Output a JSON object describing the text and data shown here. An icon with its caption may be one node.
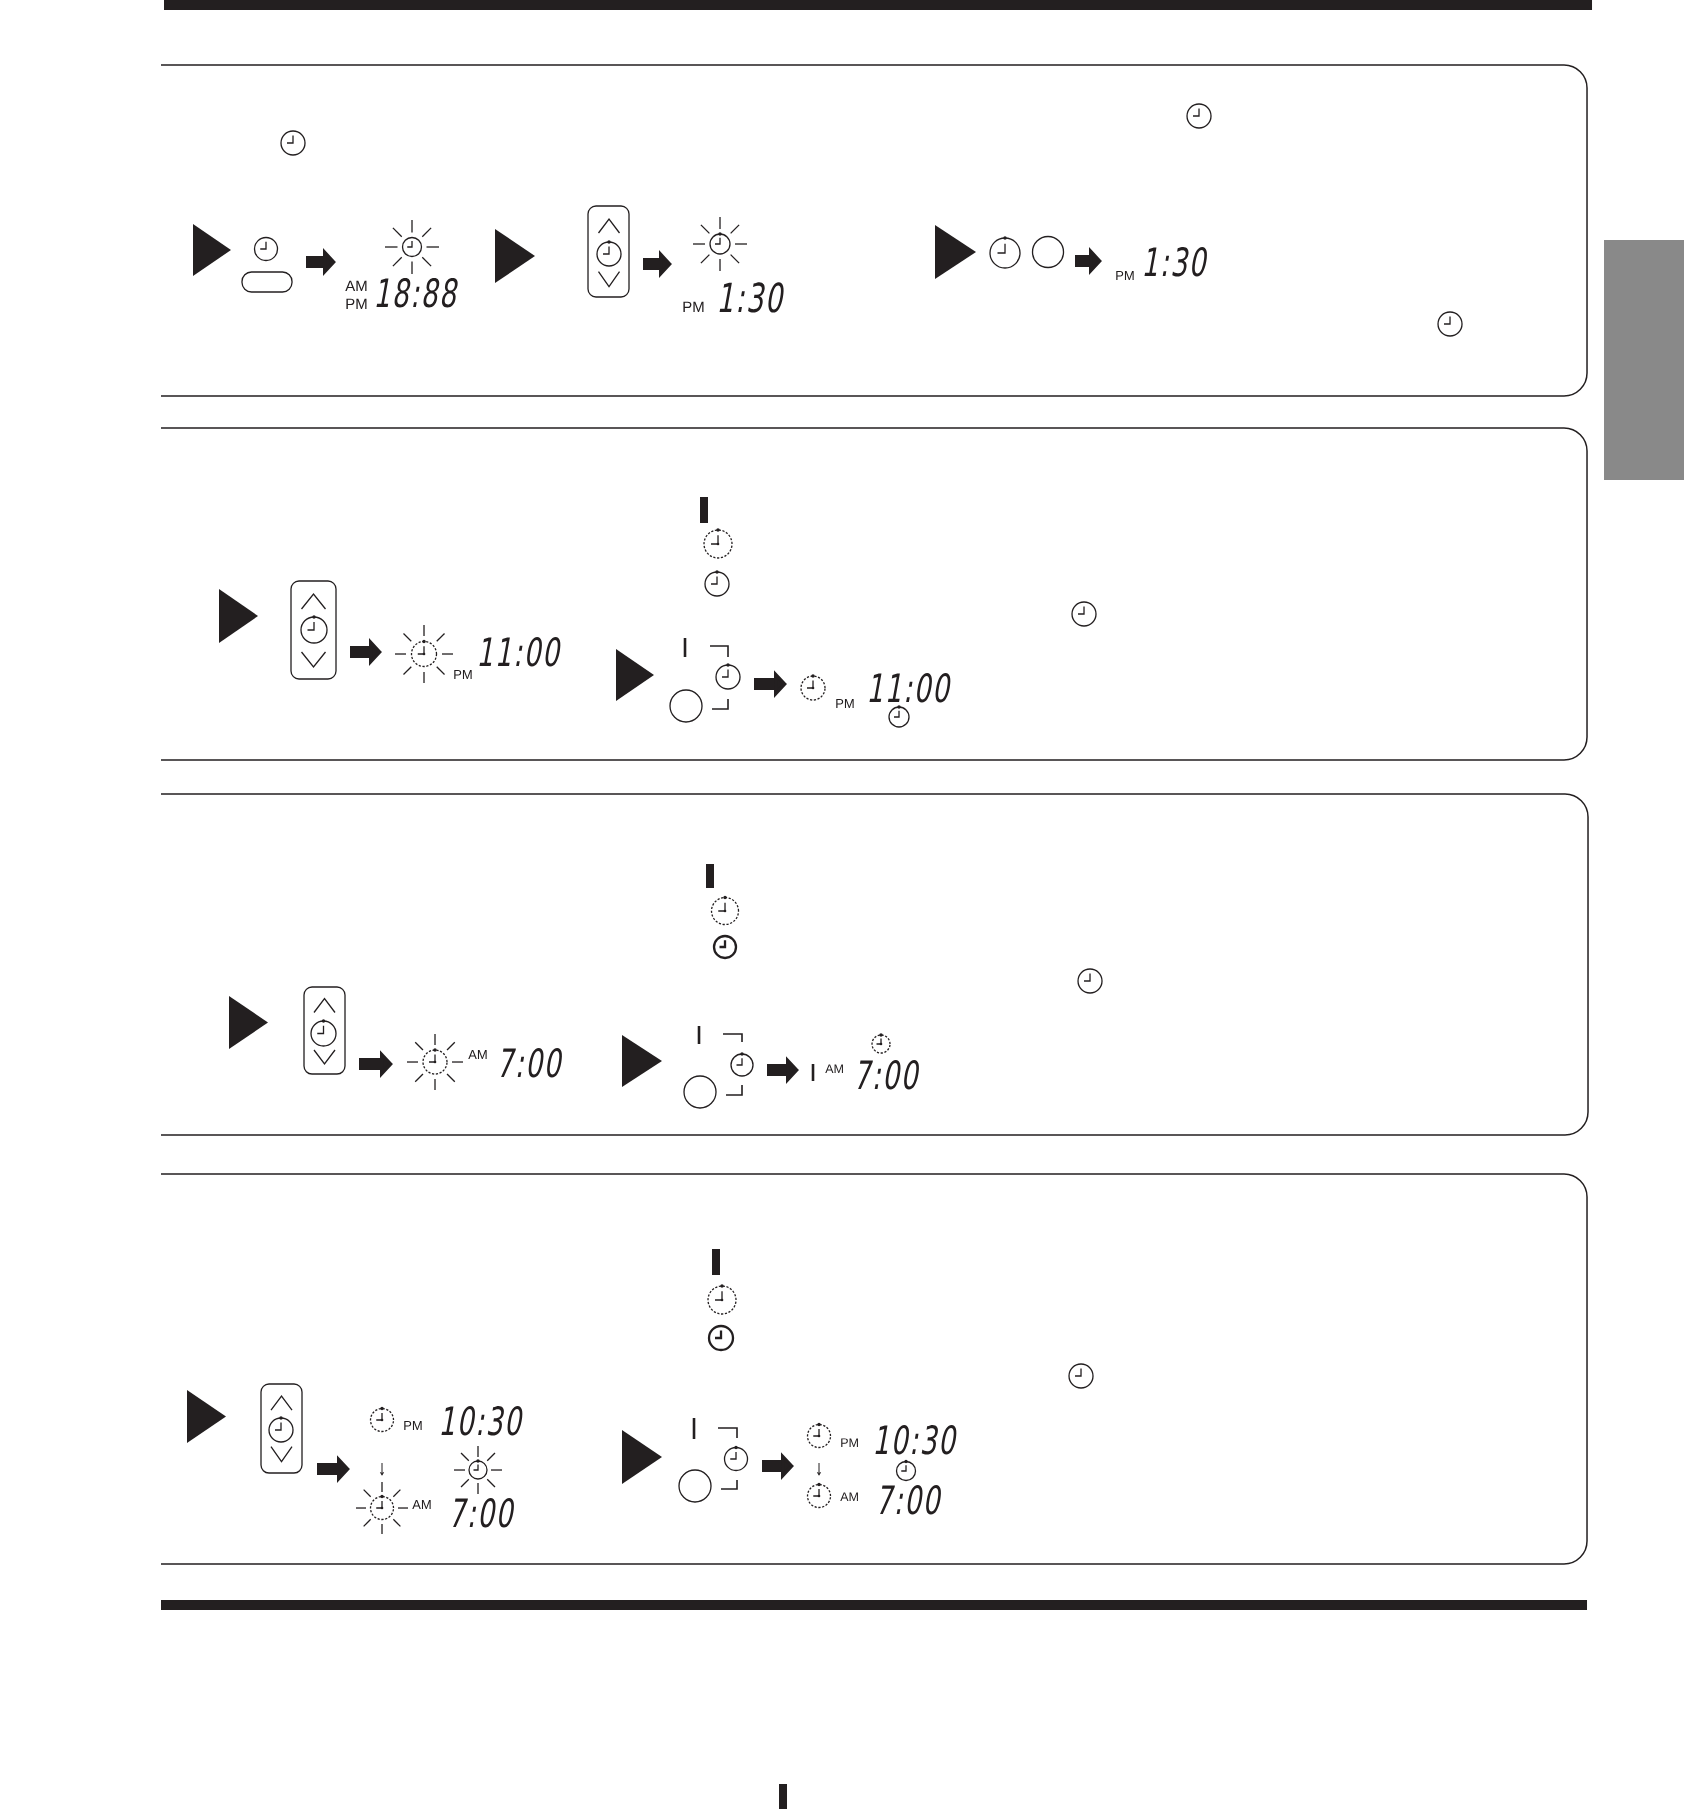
{
  "diagram": {
    "nodes": [
      {
        "text": [],
        "shape": "box"
      },
      {
        "text": [],
        "shape": "picture",
        "in": 0
      },
      {
        "text": [
          "AM",
          "PM",
          "18:88"
        ],
        "in": 0
      },
      {
        "text": [],
        "shape": "picture",
        "in": 0
      },
      {
        "text": [
          "PM",
          "1:30"
        ],
        "in": 0
      },
      {
        "text": [],
        "shape": "picture",
        "in": 0
      },
      {
        "text": [
          "PM",
          "1:30"
        ],
        "in": 0
      },
      {
        "text": [],
        "shape": "box"
      },
      {
        "text": [],
        "shape": "picture",
        "in": 7
      },
      {
        "text": [
          "PM",
          "11:00"
        ],
        "in": 7
      },
      {
        "text": [],
        "shape": "picture",
        "in": 7
      },
      {
        "text": [
          "PM",
          "11:00"
        ],
        "in": 7
      },
      {
        "text": [],
        "shape": "box"
      },
      {
        "text": [],
        "shape": "picture",
        "in": 12
      },
      {
        "text": [
          "AM",
          "7:00"
        ],
        "in": 12
      },
      {
        "text": [],
        "shape": "picture",
        "in": 12
      },
      {
        "text": [
          "AM",
          "7:00"
        ],
        "in": 12
      },
      {
        "text": [],
        "shape": "box"
      },
      {
        "text": [],
        "shape": "picture",
        "in": 17
      },
      {
        "text": [
          "PM",
          "10:30",
          "AM",
          "7:00"
        ],
        "in": 17
      },
      {
        "text": [],
        "shape": "picture",
        "in": 17
      },
      {
        "text": [
          "PM",
          "10:30",
          "AM",
          "7:00"
        ],
        "in": 17
      },
      {
        "text": [],
        "shape": "box"
      }
    ],
    "edges": [
      {
        "from": 1,
        "to": 2,
        "arrow": "to"
      },
      {
        "from": 3,
        "to": 4,
        "arrow": "to"
      },
      {
        "from": 5,
        "to": 6,
        "arrow": "to"
      },
      {
        "from": 8,
        "to": 9,
        "arrow": "to"
      },
      {
        "from": 10,
        "to": 11,
        "arrow": "to"
      },
      {
        "from": 13,
        "to": 14,
        "arrow": "to"
      },
      {
        "from": 15,
        "to": 16,
        "arrow": "to"
      },
      {
        "from": 18,
        "to": 19,
        "arrow": "to"
      },
      {
        "from": 20,
        "to": 21,
        "arrow": "to"
      }
    ]
  }
}
